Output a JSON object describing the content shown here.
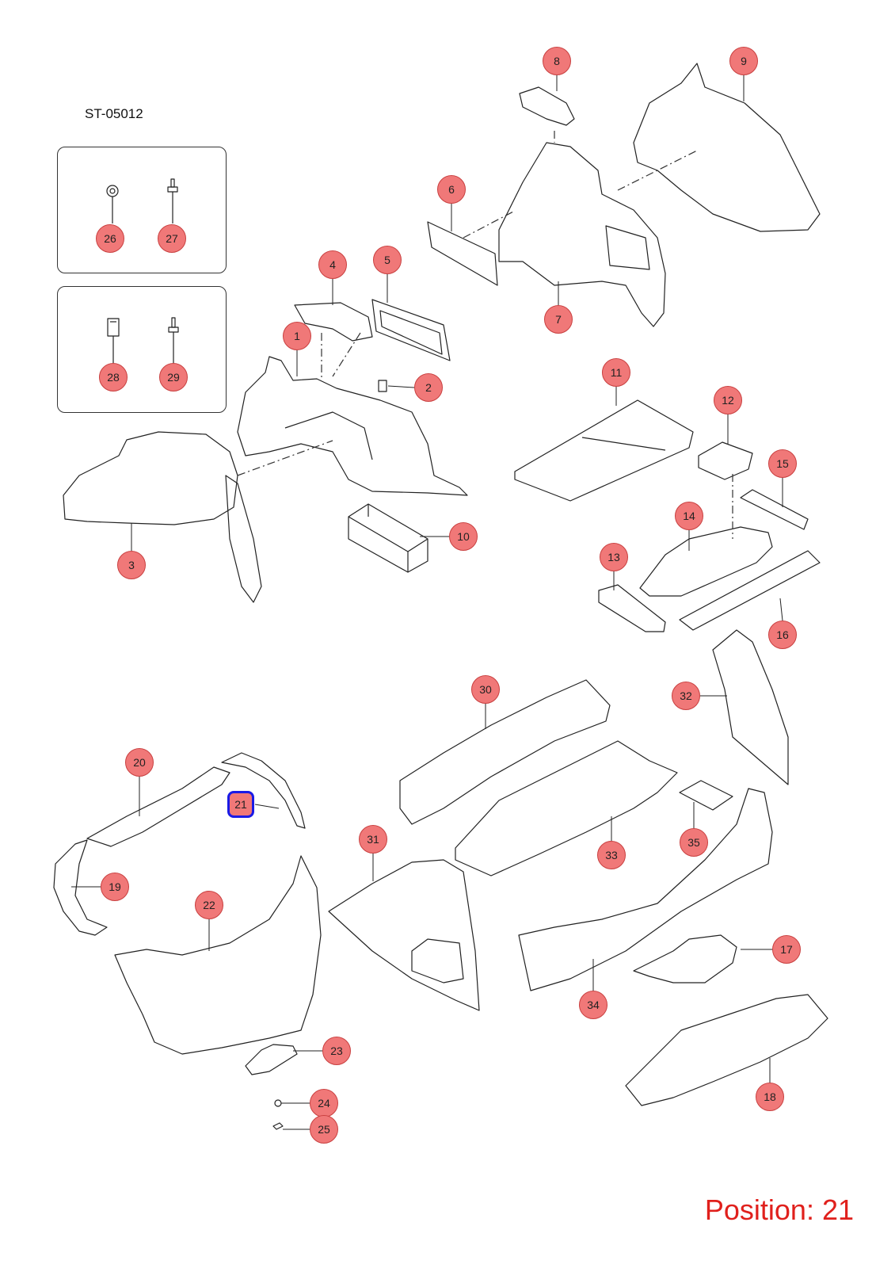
{
  "diagram_id": "ST-05012",
  "position_label": "Position: 21",
  "selected_part": "21",
  "callout_color": "#f07878",
  "selection_color": "#1a1ae6",
  "position_color": "#e0201c",
  "callouts": [
    {
      "num": "1"
    },
    {
      "num": "2"
    },
    {
      "num": "3"
    },
    {
      "num": "4"
    },
    {
      "num": "5"
    },
    {
      "num": "6"
    },
    {
      "num": "7"
    },
    {
      "num": "8"
    },
    {
      "num": "9"
    },
    {
      "num": "10"
    },
    {
      "num": "11"
    },
    {
      "num": "12"
    },
    {
      "num": "13"
    },
    {
      "num": "14"
    },
    {
      "num": "15"
    },
    {
      "num": "16"
    },
    {
      "num": "17"
    },
    {
      "num": "18"
    },
    {
      "num": "19"
    },
    {
      "num": "20"
    },
    {
      "num": "21"
    },
    {
      "num": "22"
    },
    {
      "num": "23"
    },
    {
      "num": "24"
    },
    {
      "num": "25"
    },
    {
      "num": "26"
    },
    {
      "num": "27"
    },
    {
      "num": "28"
    },
    {
      "num": "29"
    },
    {
      "num": "30"
    },
    {
      "num": "31"
    },
    {
      "num": "32"
    },
    {
      "num": "33"
    },
    {
      "num": "34"
    },
    {
      "num": "35"
    }
  ]
}
